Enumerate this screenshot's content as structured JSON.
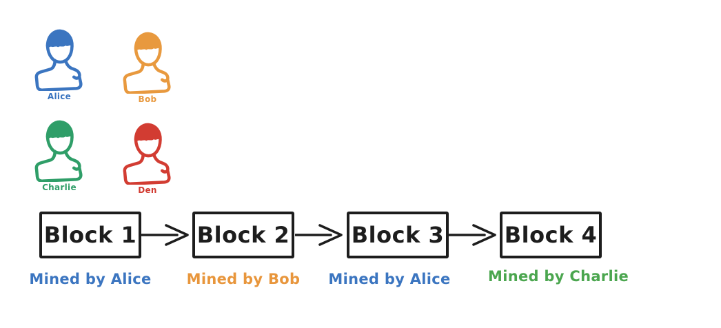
{
  "background": "#ffffff",
  "people": [
    {
      "name": "Alice",
      "color": "#3b75c0"
    },
    {
      "name": "Bob",
      "color": "#e8993e"
    },
    {
      "name": "Charlie",
      "color": "#2f9e68"
    },
    {
      "name": "Den",
      "color": "#d23c32"
    }
  ],
  "chain": {
    "ink_color": "#1d1d1d",
    "blocks": [
      {
        "label": "Block 1",
        "mined_by": "Mined by Alice",
        "mined_color": "#3b75c0"
      },
      {
        "label": "Block 2",
        "mined_by": "Mined by Bob",
        "mined_color": "#e8963c"
      },
      {
        "label": "Block 3",
        "mined_by": "Mined by Alice",
        "mined_color": "#3b75c0"
      },
      {
        "label": "Block 4",
        "mined_by": "Mined by Charlie",
        "mined_color": "#4ba64f"
      }
    ]
  }
}
